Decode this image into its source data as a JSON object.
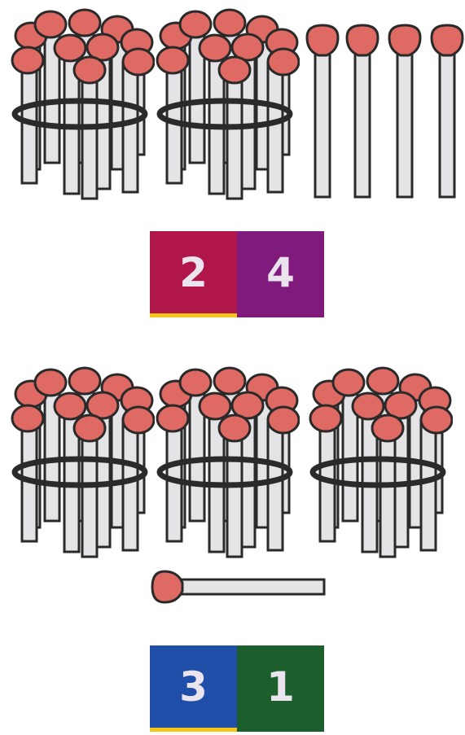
{
  "groups": [
    {
      "bundles": 2,
      "loose_sticks": 4,
      "stick_orientation": "vertical",
      "card": {
        "tens_digit": "2",
        "ones_digit": "4",
        "tens_color": "#b0164a",
        "ones_color": "#801a7c",
        "stripe_color": "#f5c518"
      }
    },
    {
      "bundles": 3,
      "loose_sticks": 1,
      "stick_orientation": "horizontal",
      "card": {
        "tens_digit": "3",
        "ones_digit": "1",
        "tens_color": "#1f4fa8",
        "ones_color": "#1c5e2c",
        "stripe_color": "#f5c518"
      }
    }
  ],
  "colors": {
    "match_head": "#de6a63",
    "match_stick": "#e4e4e6",
    "outline": "#2a2a2a",
    "band": "#2a2a2a"
  }
}
